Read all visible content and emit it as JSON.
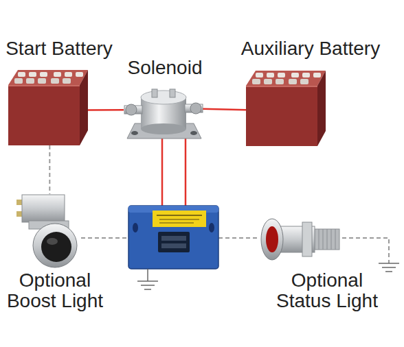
{
  "diagram": {
    "nodes": [
      {
        "text": [
          "Start Battery"
        ]
      },
      {
        "text": [
          "Solenoid"
        ]
      },
      {
        "text": [
          "Auxiliary Battery"
        ]
      },
      {
        "text": [
          "Optional Boost Light"
        ]
      },
      {
        "text": [
          "Optional Status Light"
        ]
      }
    ],
    "edges": [
      {
        "from": 0,
        "to": 1,
        "arrow": "none"
      },
      {
        "from": 1,
        "to": 2,
        "arrow": "none"
      },
      {
        "from": 0,
        "to": 3,
        "arrow": "none"
      }
    ]
  }
}
